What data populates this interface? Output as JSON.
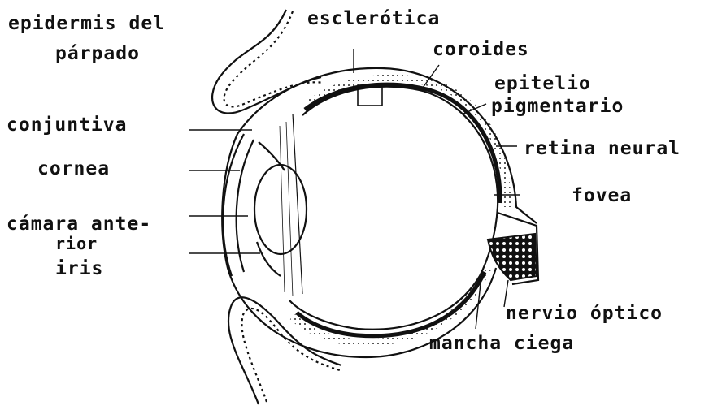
{
  "labels": {
    "epidermis_line1": "epidermis del",
    "epidermis_line2": "párpado",
    "esclerotica": "esclerótica",
    "coroides": "coroides",
    "epitelio_line1": "epitelio",
    "epitelio_line2": "pigmentario",
    "conjuntiva": "conjuntiva",
    "retina_neural": "retina neural",
    "cornea": "cornea",
    "fovea": "fovea",
    "camara_line1": "cámara ante-",
    "camara_line2": "rior",
    "iris": "iris",
    "nervio_optico": "nervio óptico",
    "mancha_ciega": "mancha ciega"
  }
}
